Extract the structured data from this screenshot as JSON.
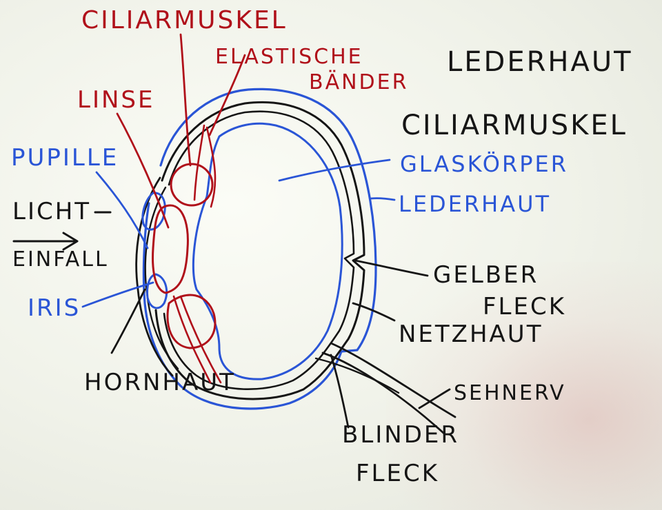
{
  "labels": {
    "ciliarmuskel_red": "CILIARMUSKEL",
    "elastische": "ELASTISCHE",
    "baender": "BÄNDER",
    "linse": "LINSE",
    "pupille": "PUPILLE",
    "licht": "LICHT",
    "einfall": "EINFALL",
    "iris": "IRIS",
    "lederhaut_black": "LEDERHAUT",
    "ciliarmuskel_black": "CILIARMUSKEL",
    "glaskoerper": "GLASKÖRPER",
    "lederhaut_blue": "LEDERHAUT",
    "gelber": "GELBER",
    "fleck_gelb": "FLECK",
    "netzhaut": "NETZHAUT",
    "sehnerv": "SEHNERV",
    "blinder": "BLINDER",
    "fleck_blind": "FLECK",
    "hornhaut": "HORNHAUT"
  },
  "colors": {
    "red_marker": "#b0101a",
    "blue_marker": "#2a55d6",
    "black_marker": "#151515",
    "board": "#f1f3ea"
  }
}
